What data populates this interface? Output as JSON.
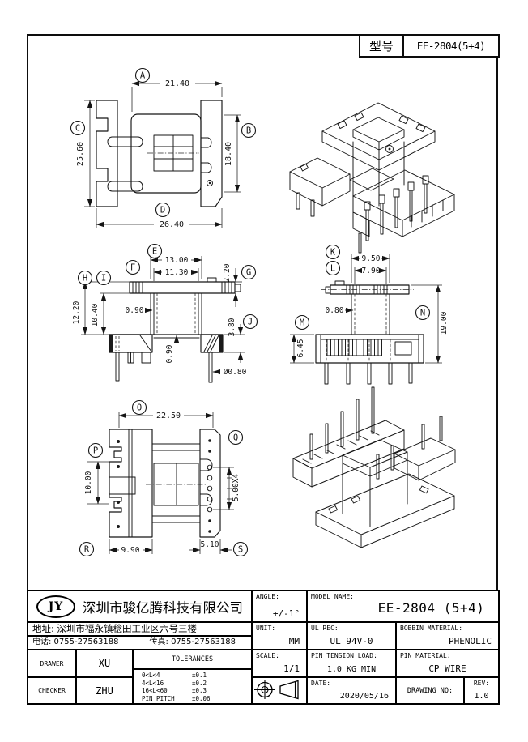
{
  "sheet": {
    "model_label": "型号",
    "model_value": "EE-2804(5+4)"
  },
  "balloons": {
    "a": "A",
    "b": "B",
    "c": "C",
    "d": "D",
    "e": "E",
    "f": "F",
    "g": "G",
    "h": "H",
    "i": "I",
    "j": "J",
    "k": "K",
    "l": "L",
    "m": "M",
    "n": "N",
    "o": "O",
    "p": "P",
    "q": "Q",
    "r": "R",
    "s": "S"
  },
  "top_view": {
    "dim_a": "21.40",
    "dim_b": "18.40",
    "dim_c": "25.60",
    "dim_d": "26.40"
  },
  "side_view": {
    "dim_e": "13.00",
    "dim_f": "11.30",
    "dim_g": "2.20",
    "dim_h": "12.20",
    "dim_i": "10.40",
    "dim_wall": "0.90",
    "dim_j": "3.80",
    "dim_web": "0.90",
    "dim_pin": "Ø0.80"
  },
  "front_view": {
    "dim_k": "9.50",
    "dim_l": "7.90",
    "dim_wall": "0.80",
    "dim_m": "6.45",
    "dim_n": "19.00"
  },
  "bottom_view": {
    "dim_o": "22.50",
    "dim_p": "10.00",
    "dim_q": "5.00X4",
    "dim_r": "9.90",
    "dim_s": "5.10"
  },
  "title_block": {
    "logo": "JY",
    "company": "深圳市骏亿腾科技有限公司",
    "address": "地址: 深圳市福永镇稔田工业区六号三楼",
    "phone": "电话: 0755-27563188",
    "fax": "传真: 0755-27563188",
    "drawer_label": "DRAWER",
    "drawer": "XU",
    "checker_label": "CHECKER",
    "checker": "ZHU",
    "tolerances_title": "TOLERANCES",
    "tolerances": [
      {
        "range": "0<L<4",
        "tol": "±0.1"
      },
      {
        "range": "4<L<16",
        "tol": "±0.2"
      },
      {
        "range": "16<L<60",
        "tol": "±0.3"
      },
      {
        "range": "PIN PITCH",
        "tol": "±0.06"
      }
    ],
    "angle_label": "ANGLE:",
    "angle": "+/-1°",
    "unit_label": "UNIT:",
    "unit": "MM",
    "scale_label": "SCALE:",
    "scale": "1/1",
    "model_name_label": "MODEL NAME:",
    "model_name": "EE-2804 (5+4)",
    "ul_label": "UL REC:",
    "ul": "UL 94V-0",
    "bobbin_label": "BOBBIN MATERIAL:",
    "bobbin": "PHENOLIC",
    "tension_label": "PIN TENSION LOAD:",
    "tension": "1.0 KG MIN",
    "pin_label": "PIN MATERIAL:",
    "pin": "CP WIRE",
    "date_label": "DATE:",
    "date": "2020/05/16",
    "drawing_no_label": "DRAWING NO:",
    "rev_label": "REV:",
    "rev": "1.0"
  }
}
